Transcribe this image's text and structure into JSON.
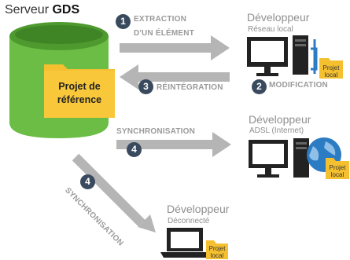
{
  "server": {
    "title_prefix": "Serveur ",
    "title_bold": "GDS",
    "reference_project_line1": "Projet de",
    "reference_project_line2": "référence"
  },
  "steps": {
    "extraction_number": "1",
    "extraction_line1": "EXTRACTION",
    "extraction_line2": "D'UN ÉLÉMENT",
    "modification_number": "2",
    "modification_label": "MODIFICATION",
    "reintegration_number": "3",
    "reintegration_label": "RÉINTÉGRATION",
    "sync_number": "4",
    "sync_label": "SYNCHRONISATION",
    "sync_diag_number": "4",
    "sync_diag_label": "SYNCHRONISATION"
  },
  "developers": [
    {
      "title": "Développeur",
      "subtitle": "Réseau local",
      "folder_line1": "Projet",
      "folder_line2": "local"
    },
    {
      "title": "Développeur",
      "subtitle": "ADSL (Internet)",
      "folder_line1": "Projet",
      "folder_line2": "local"
    },
    {
      "title": "Développeur",
      "subtitle": "Déconnecté",
      "folder_line1": "Projet",
      "folder_line2": "local"
    }
  ],
  "colors": {
    "server_green": "#6cbd45",
    "server_green_dark": "#4e9a2f",
    "folder_yellow": "#f5c030",
    "arrow_gray": "#b5b5b5",
    "badge_navy": "#3a4a5e",
    "globe_blue": "#2c7cc4"
  }
}
